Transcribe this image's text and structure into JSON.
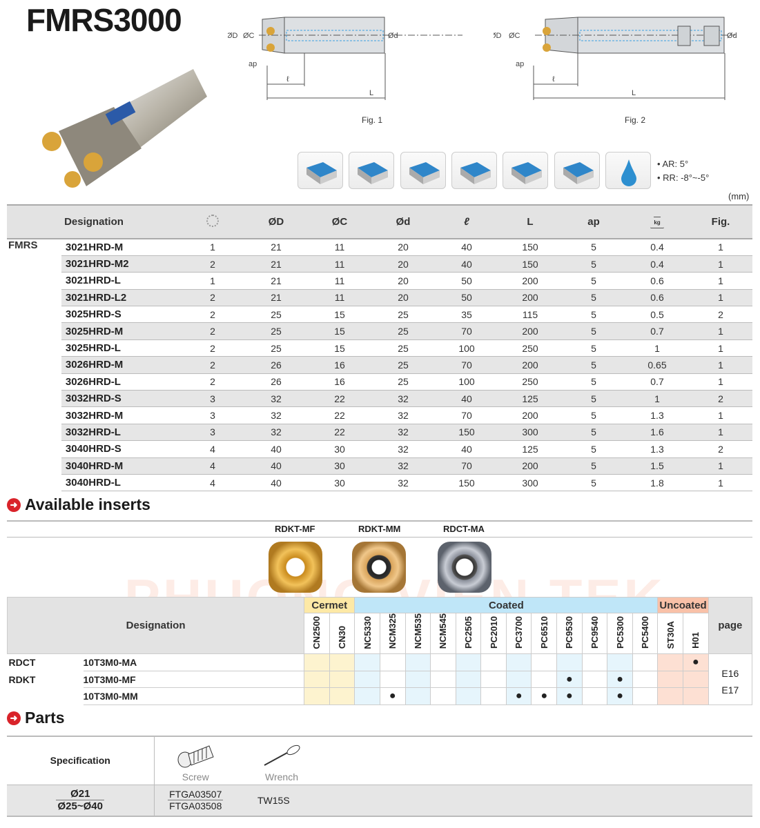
{
  "title": "FMRS3000",
  "figures": {
    "fig1": "Fig. 1",
    "fig2": "Fig. 2",
    "dims": {
      "D": "ØD",
      "C": "ØC",
      "d": "Ød",
      "ap": "ap",
      "l": "ℓ",
      "L": "L"
    }
  },
  "operation_icons": [
    "face-milling",
    "shoulder-milling",
    "slotting",
    "pocketing",
    "plunging",
    "profiling",
    "coolant"
  ],
  "angles": [
    "• AR: 5°",
    "• RR: -8°~-5°"
  ],
  "unit": "(mm)",
  "main_table": {
    "family": "FMRS",
    "headers": [
      "Designation",
      "",
      "ØD",
      "ØC",
      "Ød",
      "ℓ",
      "L",
      "ap",
      "",
      "Fig."
    ],
    "rows": [
      [
        "3021HRD-M",
        "1",
        "21",
        "11",
        "20",
        "40",
        "150",
        "5",
        "0.4",
        "1"
      ],
      [
        "3021HRD-M2",
        "2",
        "21",
        "11",
        "20",
        "40",
        "150",
        "5",
        "0.4",
        "1"
      ],
      [
        "3021HRD-L",
        "1",
        "21",
        "11",
        "20",
        "50",
        "200",
        "5",
        "0.6",
        "1"
      ],
      [
        "3021HRD-L2",
        "2",
        "21",
        "11",
        "20",
        "50",
        "200",
        "5",
        "0.6",
        "1"
      ],
      [
        "3025HRD-S",
        "2",
        "25",
        "15",
        "25",
        "35",
        "115",
        "5",
        "0.5",
        "2"
      ],
      [
        "3025HRD-M",
        "2",
        "25",
        "15",
        "25",
        "70",
        "200",
        "5",
        "0.7",
        "1"
      ],
      [
        "3025HRD-L",
        "2",
        "25",
        "15",
        "25",
        "100",
        "250",
        "5",
        "1",
        "1"
      ],
      [
        "3026HRD-M",
        "2",
        "26",
        "16",
        "25",
        "70",
        "200",
        "5",
        "0.65",
        "1"
      ],
      [
        "3026HRD-L",
        "2",
        "26",
        "16",
        "25",
        "100",
        "250",
        "5",
        "0.7",
        "1"
      ],
      [
        "3032HRD-S",
        "3",
        "32",
        "22",
        "32",
        "40",
        "125",
        "5",
        "1",
        "2"
      ],
      [
        "3032HRD-M",
        "3",
        "32",
        "22",
        "32",
        "70",
        "200",
        "5",
        "1.3",
        "1"
      ],
      [
        "3032HRD-L",
        "3",
        "32",
        "22",
        "32",
        "150",
        "300",
        "5",
        "1.6",
        "1"
      ],
      [
        "3040HRD-S",
        "4",
        "40",
        "30",
        "32",
        "40",
        "125",
        "5",
        "1.3",
        "2"
      ],
      [
        "3040HRD-M",
        "4",
        "40",
        "30",
        "32",
        "70",
        "200",
        "5",
        "1.5",
        "1"
      ],
      [
        "3040HRD-L",
        "4",
        "40",
        "30",
        "32",
        "150",
        "300",
        "5",
        "1.8",
        "1"
      ]
    ]
  },
  "inserts_section": {
    "title": "Available inserts",
    "types": [
      "RDKT-MF",
      "RDKT-MM",
      "RDCT-MA"
    ]
  },
  "inserts_table": {
    "designation": "Designation",
    "page_label": "page",
    "groups": [
      {
        "name": "Cermet",
        "color": "#fde9a6",
        "cols": [
          "CN2500",
          "CN30"
        ]
      },
      {
        "name": "Coated",
        "color": "#bfe6f8",
        "cols": [
          "NC5330",
          "NCM325",
          "NCM535",
          "NCM545",
          "PC2505",
          "PC2010",
          "PC3700",
          "PC6510",
          "PC9530",
          "PC9540",
          "PC5300",
          "PC5400"
        ]
      },
      {
        "name": "Uncoated",
        "color": "#f9c1a8",
        "cols": [
          "ST30A",
          "H01"
        ]
      }
    ],
    "rows": [
      {
        "type": "RDCT",
        "code": "10T3M0-MA",
        "marks": [
          "H01"
        ]
      },
      {
        "type": "RDKT",
        "code": "10T3M0-MF",
        "marks": [
          "PC9530",
          "PC5300"
        ]
      },
      {
        "type": "",
        "code": "10T3M0-MM",
        "marks": [
          "NCM325",
          "PC3700",
          "PC6510",
          "PC9530",
          "PC5300"
        ]
      }
    ],
    "pages": [
      "E16",
      "E17"
    ],
    "mark": "●"
  },
  "parts_section": {
    "title": "Parts"
  },
  "parts_table": {
    "spec_label": "Specification",
    "screw_label": "Screw",
    "wrench_label": "Wrench",
    "specs": [
      "Ø21",
      "Ø25~Ø40"
    ],
    "screws": [
      "FTGA03507",
      "FTGA03508"
    ],
    "wrench": "TW15S"
  },
  "watermark": "PHUONG VIEN TEK"
}
